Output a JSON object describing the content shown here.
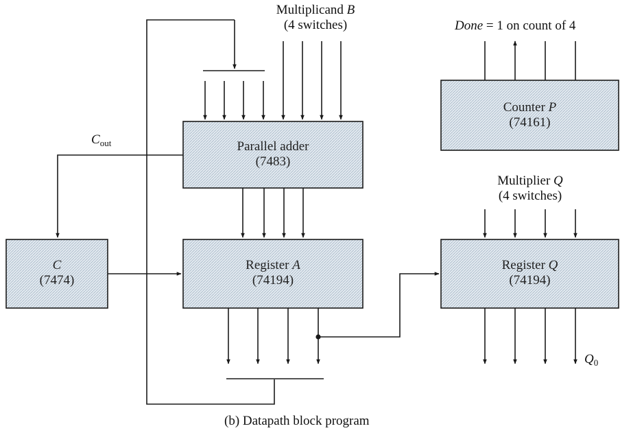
{
  "blocks": {
    "parallel_adder": {
      "name": "Parallel adder",
      "part": "(7483)"
    },
    "register_a": {
      "name": "Register ",
      "name_var": "A",
      "part": "(74194)"
    },
    "c_flipflop": {
      "name_var": "C",
      "part": "(7474)"
    },
    "counter_p": {
      "name": "Counter ",
      "name_var": "P",
      "part": "(74161)"
    },
    "register_q": {
      "name": "Register ",
      "name_var": "Q",
      "part": "(74194)"
    }
  },
  "labels": {
    "multiplicand_line1": "Multiplicand ",
    "multiplicand_var": "B",
    "multiplicand_line2": "(4 switches)",
    "multiplier_line1": "Multiplier ",
    "multiplier_var": "Q",
    "multiplier_line2": "(4 switches)",
    "done_var": "Done",
    "done_rest": " = 1 on count of 4",
    "cout_main": "C",
    "cout_sub": "out",
    "q0_main": "Q",
    "q0_sub": "0",
    "caption": "(b) Datapath block program"
  },
  "colors": {
    "line": "#1a1a1a",
    "block_fill": "#dfe7ee",
    "hatch": "#9fb0c2"
  }
}
